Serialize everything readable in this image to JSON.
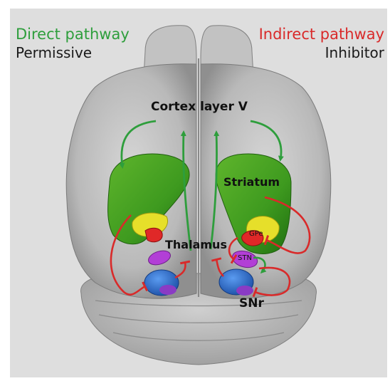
{
  "legend": {
    "direct_title": "Direct pathway",
    "direct_subtitle": "Permissive",
    "indirect_title": "Indirect pathway",
    "indirect_subtitle": "Inhibitor"
  },
  "labels": {
    "cortex": "Cortex layer V",
    "striatum": "Striatum",
    "thalamus": "Thalamus",
    "gpe": "GPe",
    "stn": "STN",
    "snr": "SNr"
  },
  "colors": {
    "direct": "#2e9e3c",
    "indirect": "#d92a2a",
    "brain": "#c9c9c9",
    "background": "#dedede",
    "striatum": "#3e9a1f",
    "globus_pallidus_internal": "#e6df2a",
    "gpe": "#e02828",
    "thalamus_region": "#b23fd6",
    "snr": "#2a6fd6"
  },
  "icons": [
    "brain-render",
    "arrow-head",
    "inhibitory-bar-head"
  ]
}
